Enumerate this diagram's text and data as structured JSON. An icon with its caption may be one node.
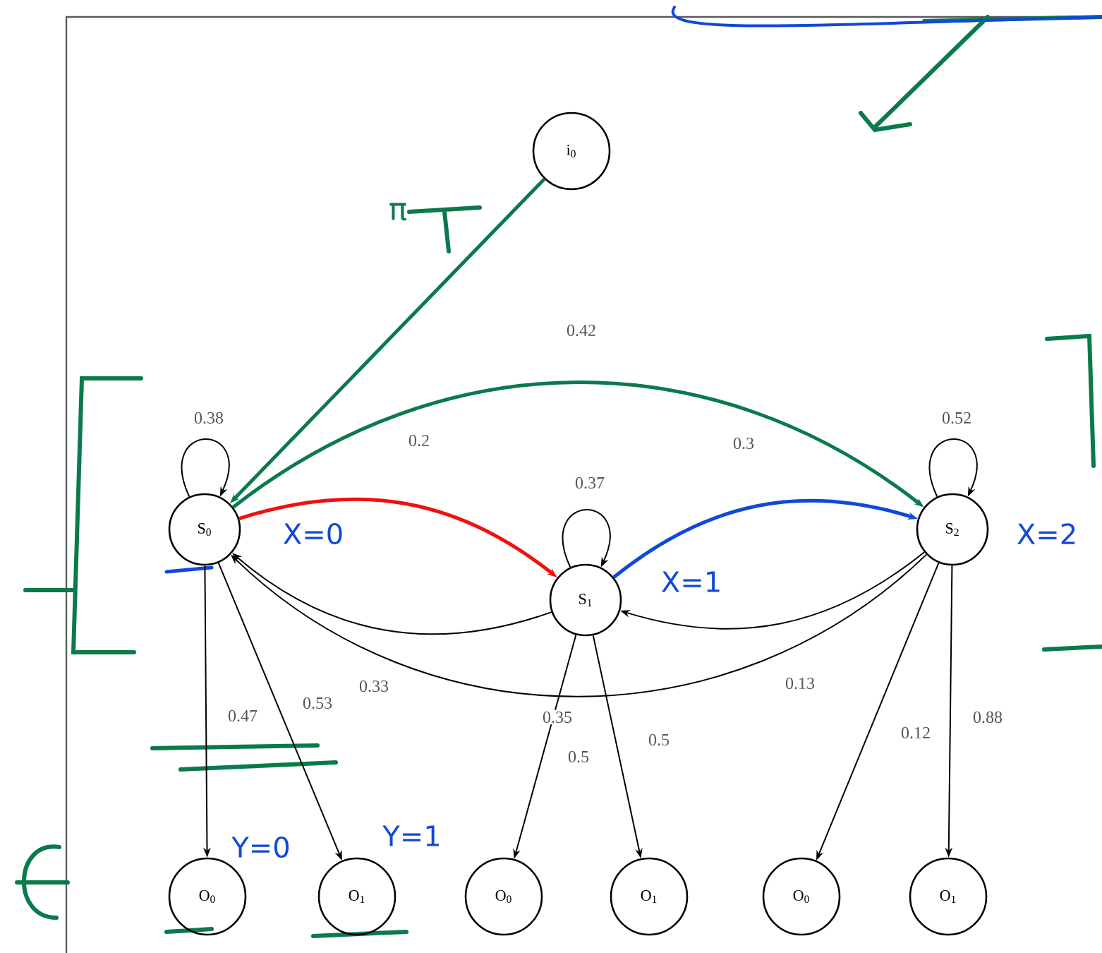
{
  "diagram": {
    "nodes": [
      {
        "text": [
          "i$_{0}$"
        ]
      },
      {
        "text": [
          "S$_{0}$"
        ],
        "beside": [
          "X=0"
        ]
      },
      {
        "text": [
          "S$_{1}$"
        ],
        "beside": [
          "X=1"
        ]
      },
      {
        "text": [
          "S$_{2}$"
        ],
        "beside": [
          "X=2"
        ]
      },
      {
        "text": [
          "O$_{0}$"
        ],
        "beside": [
          "Y=0"
        ]
      },
      {
        "text": [
          "O$_{1}$"
        ],
        "beside": [
          "Y=1"
        ]
      },
      {
        "text": [
          "O$_{0}$"
        ]
      },
      {
        "text": [
          "O$_{1}$"
        ]
      },
      {
        "text": [
          "O$_{0}$"
        ]
      },
      {
        "text": [
          "O$_{1}$"
        ]
      }
    ],
    "edges": [
      {
        "from": 0,
        "to": 1,
        "arrow": "to",
        "color": "#0b7a4b",
        "style": "thick"
      },
      {
        "from": 1,
        "to": 1,
        "arrow": "to",
        "label": "0.38"
      },
      {
        "from": 1,
        "to": 2,
        "arrow": "to",
        "label": "0.2",
        "color": "#f01010",
        "style": "thick"
      },
      {
        "from": 1,
        "to": 3,
        "arrow": "to",
        "label": "0.42",
        "color": "#0b7a4b",
        "style": "thick"
      },
      {
        "from": 2,
        "to": 2,
        "arrow": "to",
        "label": "0.37"
      },
      {
        "from": 2,
        "to": 3,
        "arrow": "to",
        "label": "0.3",
        "color": "#1048d8",
        "style": "thick"
      },
      {
        "from": 3,
        "to": 3,
        "arrow": "to",
        "label": "0.52"
      },
      {
        "from": 2,
        "to": 1,
        "arrow": "to",
        "label": "0.33"
      },
      {
        "from": 3,
        "to": 1,
        "arrow": "to",
        "label": "0.35"
      },
      {
        "from": 3,
        "to": 2,
        "arrow": "to",
        "label": "0.13"
      },
      {
        "from": 1,
        "to": 4,
        "arrow": "to",
        "label": "0.47"
      },
      {
        "from": 1,
        "to": 5,
        "arrow": "to",
        "label": "0.53"
      },
      {
        "from": 2,
        "to": 6,
        "arrow": "to",
        "label": "0.5"
      },
      {
        "from": 2,
        "to": 7,
        "arrow": "to",
        "label": "0.5"
      },
      {
        "from": 3,
        "to": 8,
        "arrow": "to",
        "label": "0.12"
      },
      {
        "from": 3,
        "to": 9,
        "arrow": "to",
        "label": "0.88"
      }
    ],
    "labels": [
      "π"
    ]
  }
}
